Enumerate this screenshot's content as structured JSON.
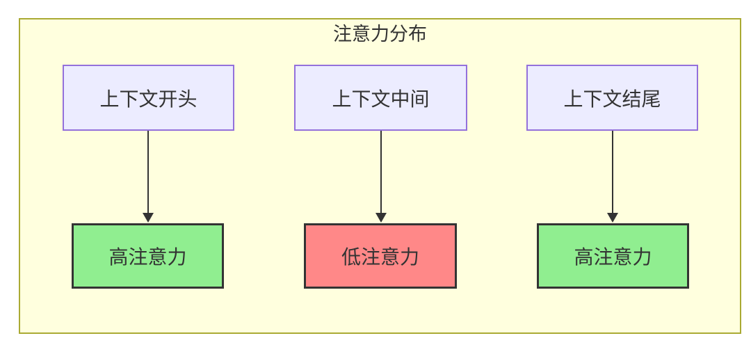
{
  "diagram": {
    "title": "注意力分布",
    "columns": [
      {
        "source": "上下文开头",
        "target": "高注意力",
        "attention": "high"
      },
      {
        "source": "上下文中间",
        "target": "低注意力",
        "attention": "low"
      },
      {
        "source": "上下文结尾",
        "target": "高注意力",
        "attention": "high"
      }
    ],
    "colors": {
      "canvas_bg": "#ffffde",
      "canvas_border": "#aaaa33",
      "source_bg": "#ececff",
      "source_border": "#9370db",
      "high_bg": "#90ee90",
      "low_bg": "#ff8888",
      "target_border": "#333333",
      "arrow": "#333333",
      "text": "#333333"
    }
  }
}
